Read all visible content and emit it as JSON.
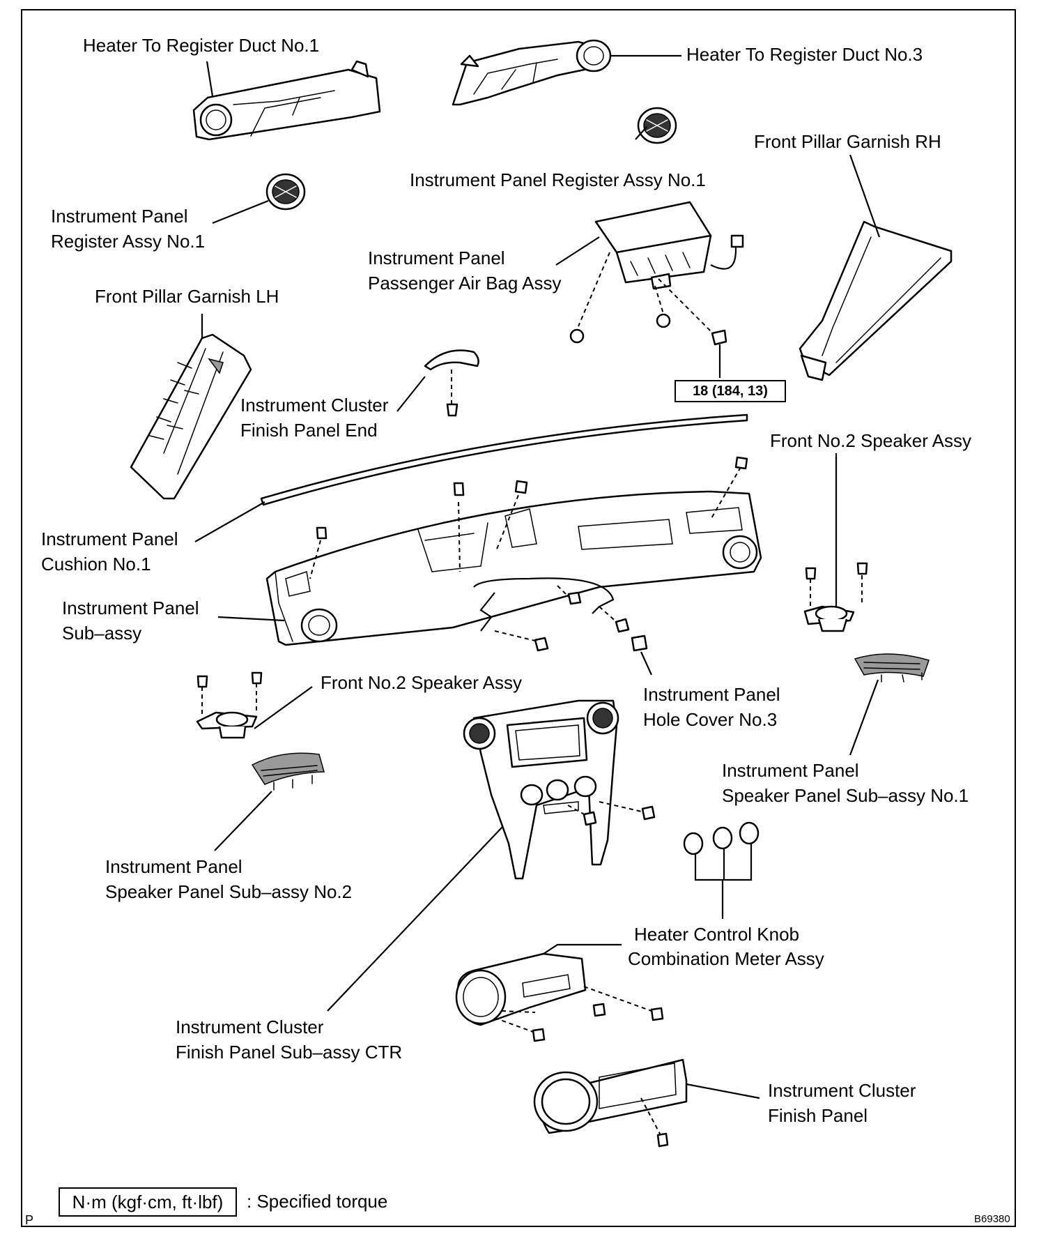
{
  "labels": {
    "heater_duct_1": "Heater To Register Duct No.1",
    "heater_duct_3": "Heater To Register Duct No.3",
    "front_pillar_rh": "Front Pillar Garnish RH",
    "register_assy_center": "Instrument Panel Register Assy No.1",
    "register_assy_left_1": "Instrument Panel",
    "register_assy_left_2": "Register Assy No.1",
    "airbag_1": "Instrument Panel",
    "airbag_2": "Passenger Air Bag Assy",
    "front_pillar_lh": "Front Pillar Garnish LH",
    "cluster_end_1": "Instrument Cluster",
    "cluster_end_2": "Finish Panel End",
    "torque_value": "18 (184, 13)",
    "speaker_right": "Front No.2 Speaker Assy",
    "cushion_1": "Instrument Panel",
    "cushion_2": "Cushion No.1",
    "subassy_1": "Instrument Panel",
    "subassy_2": "Sub–assy",
    "speaker_left": "Front No.2 Speaker Assy",
    "hole_cover_1": "Instrument Panel",
    "hole_cover_2": "Hole Cover No.3",
    "speaker_panel_1_1": "Instrument Panel",
    "speaker_panel_1_2": "Speaker Panel Sub–assy No.1",
    "speaker_panel_2_1": "Instrument Panel",
    "speaker_panel_2_2": "Speaker Panel Sub–assy No.2",
    "heater_knob": "Heater Control Knob",
    "combination_meter": "Combination Meter Assy",
    "cluster_ctr_1": "Instrument Cluster",
    "cluster_ctr_2": "Finish Panel Sub–assy CTR",
    "cluster_finish_1": "Instrument Cluster",
    "cluster_finish_2": "Finish Panel"
  },
  "legend": {
    "box": "N·m (kgf·cm, ft·lbf)",
    "text": ": Specified torque"
  },
  "corner_mark": "P",
  "figure_number": "B69380"
}
